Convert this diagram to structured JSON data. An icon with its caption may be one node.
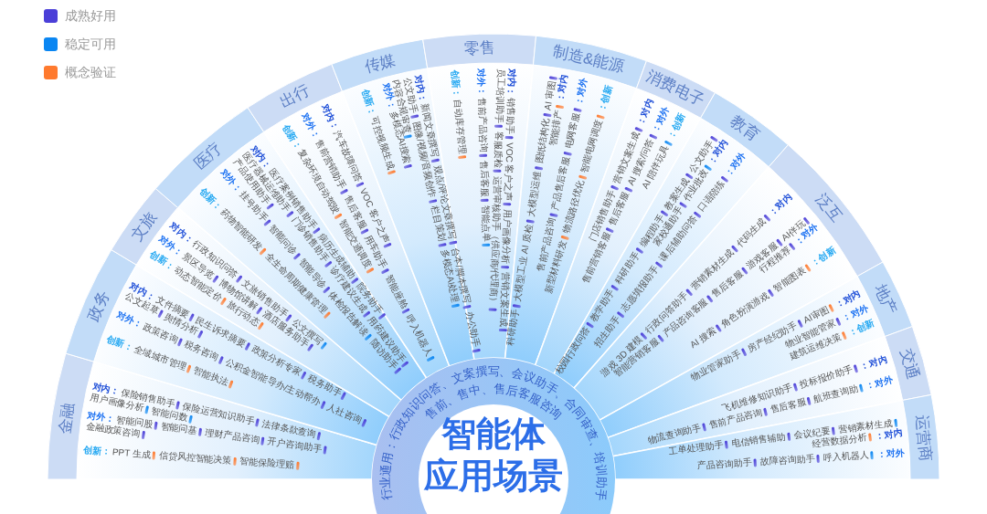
{
  "diagram": {
    "nodes": [
      {
        "text": [
          "行业通用：行政知识问答、文案撰写、会议助手、合同审查、培训助手",
          "售前、售中、售后客服咨询",
          "智能体",
          "应用场景"
        ]
      },
      {
        "text": [
          "金融"
        ],
        "beside": [
          "对内：",
          "保险销售助手",
          "保险运营知识助手",
          "法律条款查询",
          "用户画像分析",
          "智能问数",
          "对外：",
          "智能问股",
          "智能问基",
          "理财产品咨询",
          "开户咨询助手",
          "金融政策咨询",
          "创新：",
          "PPT 生成",
          "信贷风控智能决策",
          "智能保险理赔"
        ]
      },
      {
        "text": [
          "政务"
        ],
        "beside": [
          "对内：",
          "文件摘要",
          "民生诉求摘要",
          "政策分析专家",
          "税务助手",
          "公文起草",
          "舆情分析",
          "对外：",
          "政策咨询",
          "税务咨询",
          "公积金智能导办/主动帮办",
          "人社咨询",
          "创新：",
          "全域城市管理",
          "智能执法"
        ]
      },
      {
        "text": [
          "文旅"
        ],
        "beside": [
          "对内：",
          "行政知识问答",
          "文旅销售助手",
          "公文撰写",
          "对外：",
          "景区导览",
          "博物馆讲解",
          "酒店服务助手",
          "创新：",
          "动态智能定价",
          "旅行动态"
        ]
      },
      {
        "text": [
          "医疗"
        ],
        "beside": [
          "对内：",
          "医疗案例销售助手",
          "病历生成辅助",
          "院务助手",
          "医疗器械运维助手",
          "门诊销售助手",
          "诊疗建议生成",
          "用药建议助手",
          "产品使用助手",
          "对外：",
          "挂号助手",
          "智能问诊",
          "智能导诊",
          "体检报告解读",
          "随访助手",
          "创新：",
          "药物智能研发",
          "全生命周期健康管理"
        ]
      },
      {
        "text": [
          "出行"
        ],
        "beside": [
          "对内：",
          "汽车故障问答",
          "VOC 客户之声",
          "对外：",
          "售前营销助手",
          "售后客服",
          "用车助手",
          "智能座舱",
          "呼入机器人",
          "创新：",
          "复杂环境自动驾驶",
          "智能交通调度"
        ]
      },
      {
        "text": [
          "传媒"
        ],
        "beside": [
          "对内：",
          "新闻文章撰写",
          "观点/评论文章撰写",
          "台本/脚本撰写",
          "办公助手",
          "公文助手",
          "图像/视频/音频创作",
          "栏目策划",
          "多模态AI处理",
          "内容合规审查",
          "对外：",
          "多模态AI搜索",
          "创新：",
          "可控视频生成"
        ]
      },
      {
        "text": [
          "零售"
        ],
        "beside": [
          "对内：",
          "销售助手",
          "VOC 客户之声",
          "用户画像分析",
          "营销文案生成",
          "员工培训助手",
          "客服质检",
          "运营审核助手（供应商/代理商）",
          "对外：",
          "售前产品咨询",
          "售后客服",
          "智能点单",
          "创新：",
          "自动库存管理"
        ]
      },
      {
        "text": [
          "制造&能源"
        ],
        "beside": [
          "科研助手",
          "大模型工业 AI 质检",
          "大模型运维",
          "图纸结构化",
          "AI 审图",
          "智能排产",
          "：对内",
          "售前产品咨询",
          "产品售后客服",
          "电网客服",
          "：对外",
          "新型材料研发",
          "物流路径优化",
          "智能电网调度",
          "：创新"
        ]
      },
      {
        "text": [
          "消费电子"
        ],
        "beside": [
          "门店销售助手",
          "营销文案生成",
          "：对内",
          "售前营销客服",
          "售后客服",
          "AI 搜索/问答",
          "：对外",
          "AI 陪伴玩具",
          "：创新"
        ]
      },
      {
        "text": [
          "教育"
        ],
        "beside": [
          "校园行政问答",
          "教学助手",
          "科研助手",
          "编程助手",
          "教案生成",
          "公文助手",
          "家校通助手",
          "作业批改",
          "：对内",
          "招生助手",
          "志愿填报助手",
          "课后辅助问答",
          "口语陪练",
          "：对外"
        ]
      },
      {
        "text": [
          "泛互"
        ],
        "beside": [
          "游戏 3D 建模",
          "行政问答助手",
          "营销素材生成",
          "代码生成",
          "：对内",
          "智能营销客服",
          "产品咨询客服",
          "售后客服",
          "游戏客服",
          "AI伴玩",
          "行程推荐",
          "：对外",
          "AI 搜索",
          "角色扮演游戏",
          "智能图表",
          "：创新"
        ]
      },
      {
        "text": [
          "地产"
        ],
        "beside": [
          "物业管家助手",
          "房产经纪助手",
          "AI审图",
          "：对内",
          "物业智能管家",
          "：对外",
          "建筑运维决策",
          "：创新"
        ]
      },
      {
        "text": [
          "交通"
        ],
        "beside": [
          "飞机维修知识助手",
          "投标报价助手",
          "：对内",
          "物流查询助手",
          "售前产品咨询",
          "售后客服",
          "航班查询助",
          "：对外"
        ]
      },
      {
        "text": [
          "运营商"
        ],
        "beside": [
          "工单处理助手",
          "电信销售辅助",
          "会议纪要",
          "营销素材生成",
          "经营数据分析",
          "：对内",
          "产品咨询助手",
          "故障咨询助手",
          "呼入机器人",
          "：对外"
        ]
      }
    ],
    "legend": [
      {
        "text": "成熟好用",
        "color": "#4b3fd8"
      },
      {
        "text": "稳定可用",
        "color": "#0a86f2"
      },
      {
        "text": "概念验证",
        "color": "#ff7a2e"
      }
    ]
  }
}
